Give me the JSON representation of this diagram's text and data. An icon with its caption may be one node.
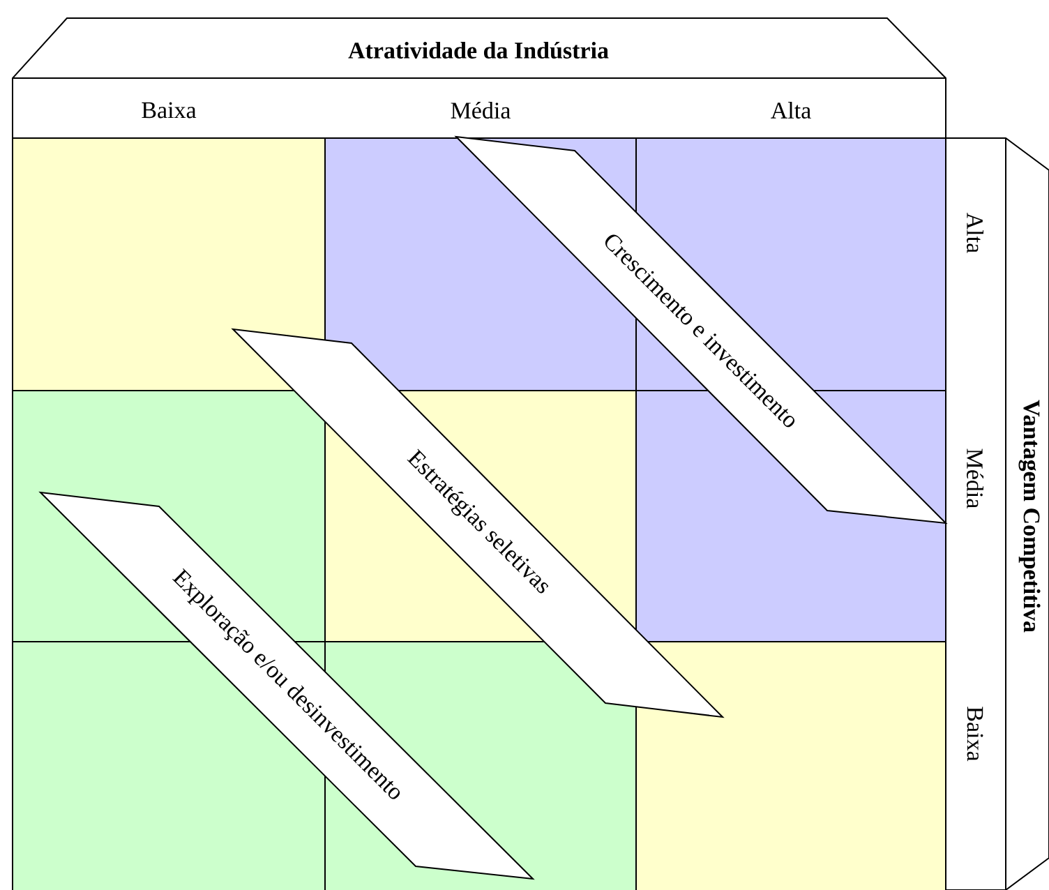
{
  "diagram": {
    "nodes": [
      {
        "text": [
          "Atratividade da Indústria",
          "Baixa",
          "Média",
          "Alta"
        ]
      },
      {
        "text": [
          "Vantagem Competitiva",
          "Alta",
          "Média",
          "Baixa"
        ]
      },
      {
        "text": [
          "Crescimento e investimento"
        ]
      },
      {
        "text": [
          "Estratégias seletivas"
        ]
      },
      {
        "text": [
          "Exploração e/ou desinvestimento"
        ]
      }
    ]
  }
}
